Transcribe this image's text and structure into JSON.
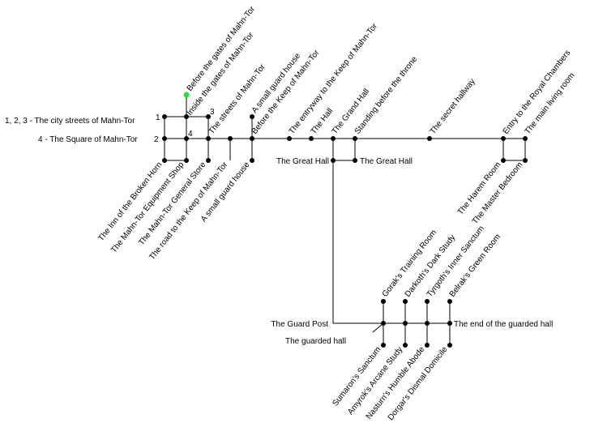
{
  "legend": {
    "streets": "1, 2, 3 - The city streets of Mahn-Tor",
    "square": "4 - The Square of Mahn-Tor"
  },
  "markers": {
    "m1": "1",
    "m2": "2",
    "m3": "3",
    "m4": "4"
  },
  "labels": {
    "before_gates": "Before the gates of Mahn-Tor",
    "inside_gates": "Inside the gates of Mahn-Tor",
    "streets": "The streets of Mahn-Tor",
    "small_guard_house_top": "A small guard house",
    "before_keep": "Before the Keep of Mahn-Tor",
    "entryway": "The entryway to the Keep of Mahn-Tor",
    "hall": "The Hall",
    "grand_hall": "The Grand Hall",
    "before_throne": "Standing before the throne",
    "secret_hallway": "The secret hallway",
    "entry_royal": "Entry to the Royal Chambers",
    "main_living": "The main living room",
    "inn": "The Inn of the Broken Horn",
    "equipment_shop": "The Mahn-Tor Equipment Shop",
    "general_store": "The Mahn-Tor General Store",
    "road_keep": "The road to the Keep of Mahn-Tor",
    "small_guard_house_bottom": "A small guard house",
    "great_hall_left": "The Great Hall",
    "great_hall_right": "The Great Hall",
    "harem": "The Harem Room",
    "master_bedroom": "The Master Bedroom",
    "gorak": "Gorak's Training Room",
    "darkoth": "Darkoth's Dark Study",
    "tyrgoth": "Tyrgoth's Inner Sanctum",
    "belrak": "Belrak's Green Room",
    "guard_post": "The Guard Post",
    "guarded_hall": "The guarded hall",
    "end_guarded": "The end of the guarded hall",
    "sumaron": "Sumaron's Sanctum",
    "amyrok": "Amyrok's Arcane Study",
    "nasturn": "Nasturn's Humble Abode",
    "dorgar": "Dorgar's Dismal Domicile"
  },
  "colors": {
    "edge": "#000000",
    "node": "#000000",
    "start_node": "#33dd33"
  }
}
